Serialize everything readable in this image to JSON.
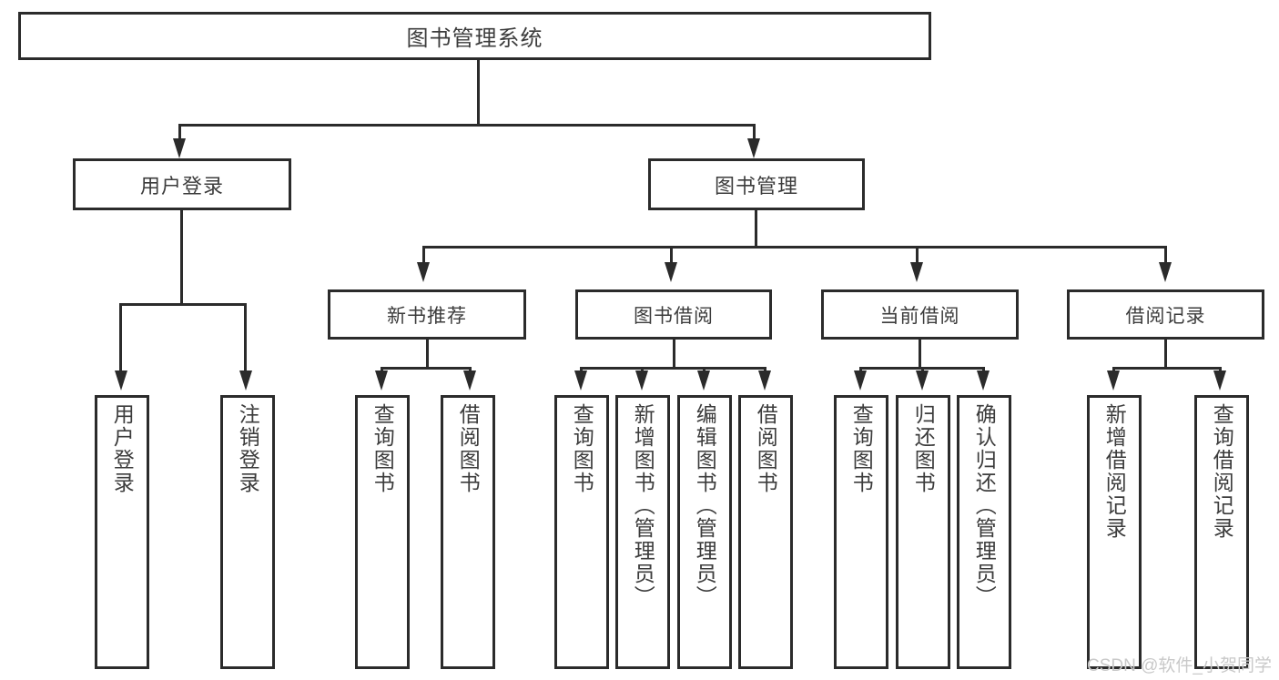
{
  "diagram": {
    "title": "图书管理系统",
    "type": "tree",
    "root": {
      "label": "图书管理系统"
    },
    "level1": [
      {
        "label": "用户登录"
      },
      {
        "label": "图书管理"
      }
    ],
    "level2": [
      {
        "label": "新书推荐"
      },
      {
        "label": "图书借阅"
      },
      {
        "label": "当前借阅"
      },
      {
        "label": "借阅记录"
      }
    ],
    "leaves": {
      "user_login": [
        {
          "label": "用户登录"
        },
        {
          "label": "注销登录"
        }
      ],
      "new_book_recommend": [
        {
          "label": "查询图书"
        },
        {
          "label": "借阅图书"
        }
      ],
      "book_borrow": [
        {
          "label": "查询图书"
        },
        {
          "label": "新增图书（管理员）"
        },
        {
          "label": "编辑图书（管理员）"
        },
        {
          "label": "借阅图书"
        }
      ],
      "current_borrow": [
        {
          "label": "查询图书"
        },
        {
          "label": "归还图书"
        },
        {
          "label": "确认归还（管理员）"
        }
      ],
      "borrow_record": [
        {
          "label": "新增借阅记录"
        },
        {
          "label": "查询借阅记录"
        }
      ]
    }
  },
  "watermark": {
    "text": "CSDN @软件_小贺同学"
  },
  "colors": {
    "border": "#2b2b2b",
    "text": "#3c3c3c",
    "background": "#ffffff",
    "watermark": "#c9c9c9"
  }
}
